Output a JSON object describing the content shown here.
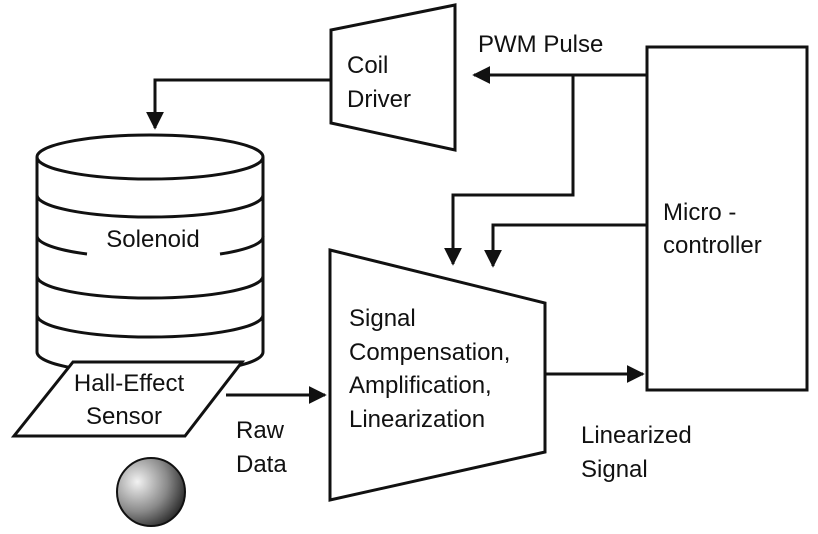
{
  "labels": {
    "coil_driver": [
      "Coil",
      "Driver"
    ],
    "pwm_pulse": "PWM Pulse",
    "microcontroller": [
      "Micro -",
      "controller"
    ],
    "solenoid": "Solenoid",
    "hall_sensor": [
      "Hall-Effect",
      "Sensor"
    ],
    "raw_data": [
      "Raw",
      "Data"
    ],
    "signal_block": [
      "Signal",
      "Compensation,",
      "Amplification,",
      "Linearization"
    ],
    "linearized_signal": [
      "Linearized",
      "Signal"
    ]
  },
  "colors": {
    "line": "#111111",
    "background": "#ffffff",
    "magnet_light": "#f2f2f2",
    "magnet_dark": "#1a1a1a"
  }
}
